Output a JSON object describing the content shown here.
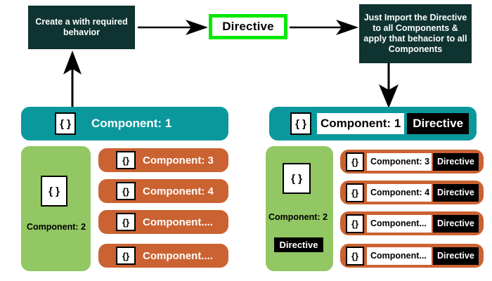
{
  "diagram": {
    "title": "Angular Directive reuse diagram",
    "colors": {
      "dark_box": "#0e3330",
      "teal_bar": "#0b989c",
      "orange_bar": "#cb6231",
      "green_panel": "#92c763",
      "directive_outline": "#06e806",
      "badge": "#000000",
      "background": "#ffffff"
    }
  },
  "flow": {
    "create_box": "Create a with required behavior",
    "directive_box": "Directive",
    "import_box": "Just Import the Directive to all Components & apply that behacior to all Components",
    "arrows": [
      {
        "name": "create-to-directive",
        "direction": "right"
      },
      {
        "name": "directive-to-import",
        "direction": "right"
      },
      {
        "name": "component1-to-create",
        "direction": "up"
      },
      {
        "name": "import-to-components",
        "direction": "down"
      }
    ]
  },
  "left_cluster": {
    "component1": {
      "brace": "{ }",
      "label": "Component: 1"
    },
    "component2": {
      "brace": "{ }",
      "label": "Component: 2"
    },
    "rows": [
      {
        "brace": "{}",
        "label": "Component: 3"
      },
      {
        "brace": "{}",
        "label": "Component: 4"
      },
      {
        "brace": "{}",
        "label": "Component...."
      },
      {
        "brace": "{}",
        "label": "Component...."
      }
    ]
  },
  "right_cluster": {
    "component1": {
      "brace": "{ }",
      "label": "Component: 1",
      "badge": "Directive"
    },
    "component2": {
      "brace": "{ }",
      "label": "Component: 2",
      "badge": "Directive"
    },
    "rows": [
      {
        "brace": "{}",
        "label": "Component: 3",
        "badge": "Directive"
      },
      {
        "brace": "{}",
        "label": "Component: 4",
        "badge": "Directive"
      },
      {
        "brace": "{}",
        "label": "Component...",
        "badge": "Directive"
      },
      {
        "brace": "{}",
        "label": "Component...",
        "badge": "Directive"
      }
    ]
  }
}
